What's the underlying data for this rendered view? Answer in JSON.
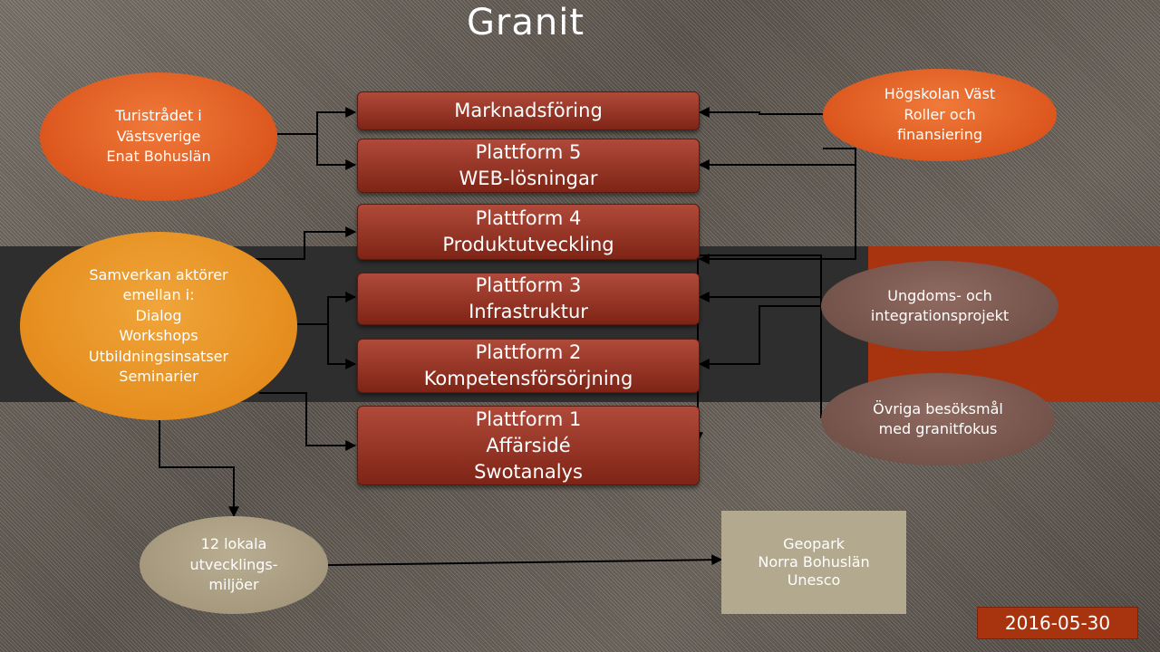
{
  "title": "Granit",
  "boxes": [
    {
      "lines": [
        "Marknadsföring"
      ]
    },
    {
      "lines": [
        "Plattform 5",
        "WEB-lösningar"
      ]
    },
    {
      "lines": [
        "Plattform 4",
        "Produktutveckling"
      ]
    },
    {
      "lines": [
        "Plattform 3",
        "Infrastruktur"
      ]
    },
    {
      "lines": [
        "Plattform 2",
        "Kompetensförsörjning"
      ]
    },
    {
      "lines": [
        "Plattform 1",
        "Affärsidé",
        "Swotanalys"
      ]
    }
  ],
  "ovals": {
    "turist": [
      "Turistrådet i",
      "Västsverige",
      "Enat Bohuslän"
    ],
    "hogskola": [
      "Högskolan Väst",
      "Roller och",
      "finansiering"
    ],
    "samverkan": [
      "Samverkan aktörer",
      "emellan i:",
      "Dialog",
      "Workshops",
      "Utbildningsinsatser",
      "Seminarier"
    ],
    "ungdom": [
      "Ungdoms- och",
      "integrationsprojekt"
    ],
    "ovriga": [
      "Övriga besöksmål",
      "med granitfokus"
    ],
    "lokala": [
      "12 lokala",
      "utvecklings-",
      "miljöer"
    ]
  },
  "geopark": [
    "Geopark",
    "Norra Bohuslän",
    "Unesco"
  ],
  "date": "2016-05-30",
  "colors": {
    "box": "#8e3020",
    "orange": "#e0621f",
    "amber": "#e8951f",
    "brown": "#7a574e",
    "beige": "#aa9d82",
    "date_bg": "#a8330f"
  }
}
